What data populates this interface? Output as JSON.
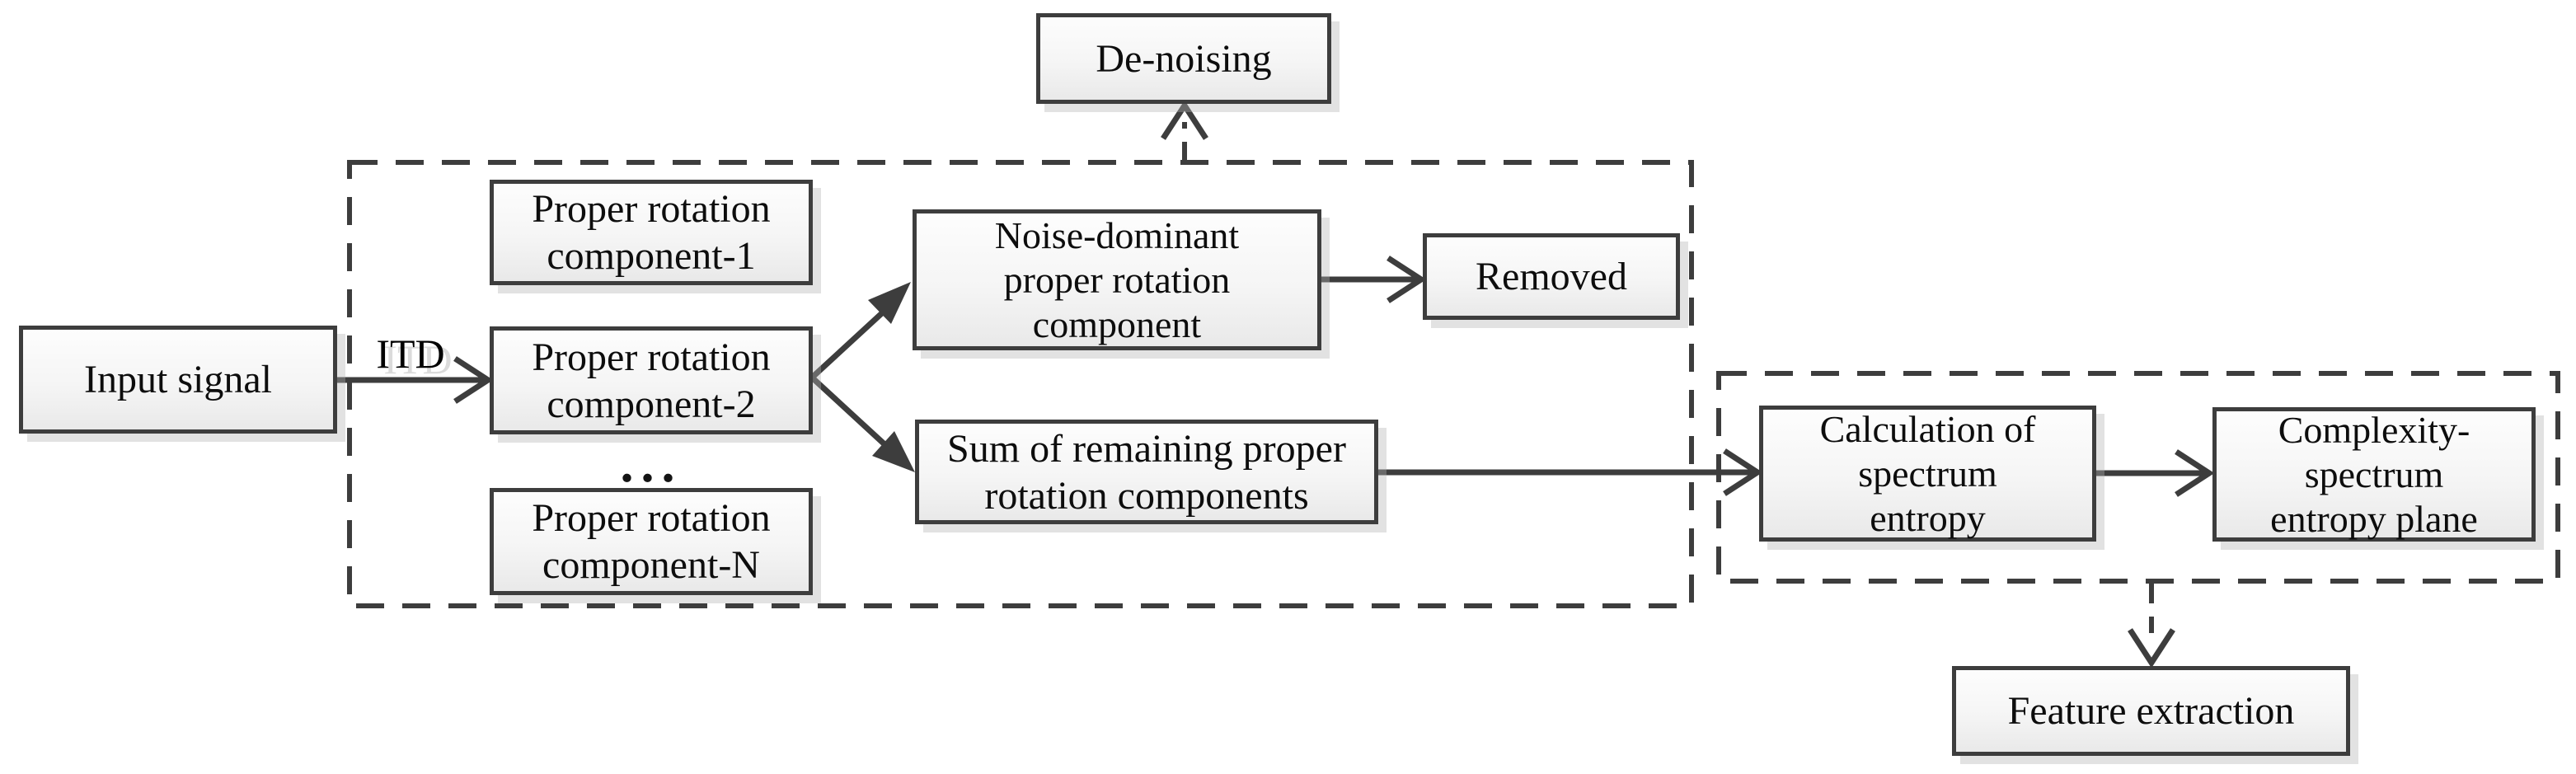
{
  "diagram": {
    "nodes": {
      "input_signal": {
        "lines": [
          "Input signal"
        ]
      },
      "denoising": {
        "lines": [
          "De-noising"
        ]
      },
      "prc1": {
        "lines": [
          "Proper rotation",
          "component-1"
        ]
      },
      "prc2": {
        "lines": [
          "Proper rotation",
          "component-2"
        ]
      },
      "prcN": {
        "lines": [
          "Proper rotation",
          "component-N"
        ]
      },
      "noise_dominant": {
        "lines": [
          "Noise-dominant",
          "proper rotation",
          "component"
        ]
      },
      "removed": {
        "lines": [
          "Removed"
        ]
      },
      "sum_remaining": {
        "lines": [
          "Sum of remaining proper",
          "rotation components"
        ]
      },
      "calc_entropy": {
        "lines": [
          "Calculation of",
          "spectrum",
          "entropy"
        ]
      },
      "complexity_plane": {
        "lines": [
          "Complexity-",
          "spectrum",
          "entropy plane"
        ]
      },
      "feature_extraction": {
        "lines": [
          "Feature extraction"
        ]
      }
    },
    "labels": {
      "itd": "ITD",
      "ellipsis": "..."
    },
    "colors": {
      "line_and_border": "#3d3d3d",
      "box_fill_top": "#fdfdfd",
      "box_fill_bottom": "#e9e9e9",
      "shadow": "#b2b2b2",
      "text": "#0d0d0d",
      "background": "#ffffff"
    }
  }
}
